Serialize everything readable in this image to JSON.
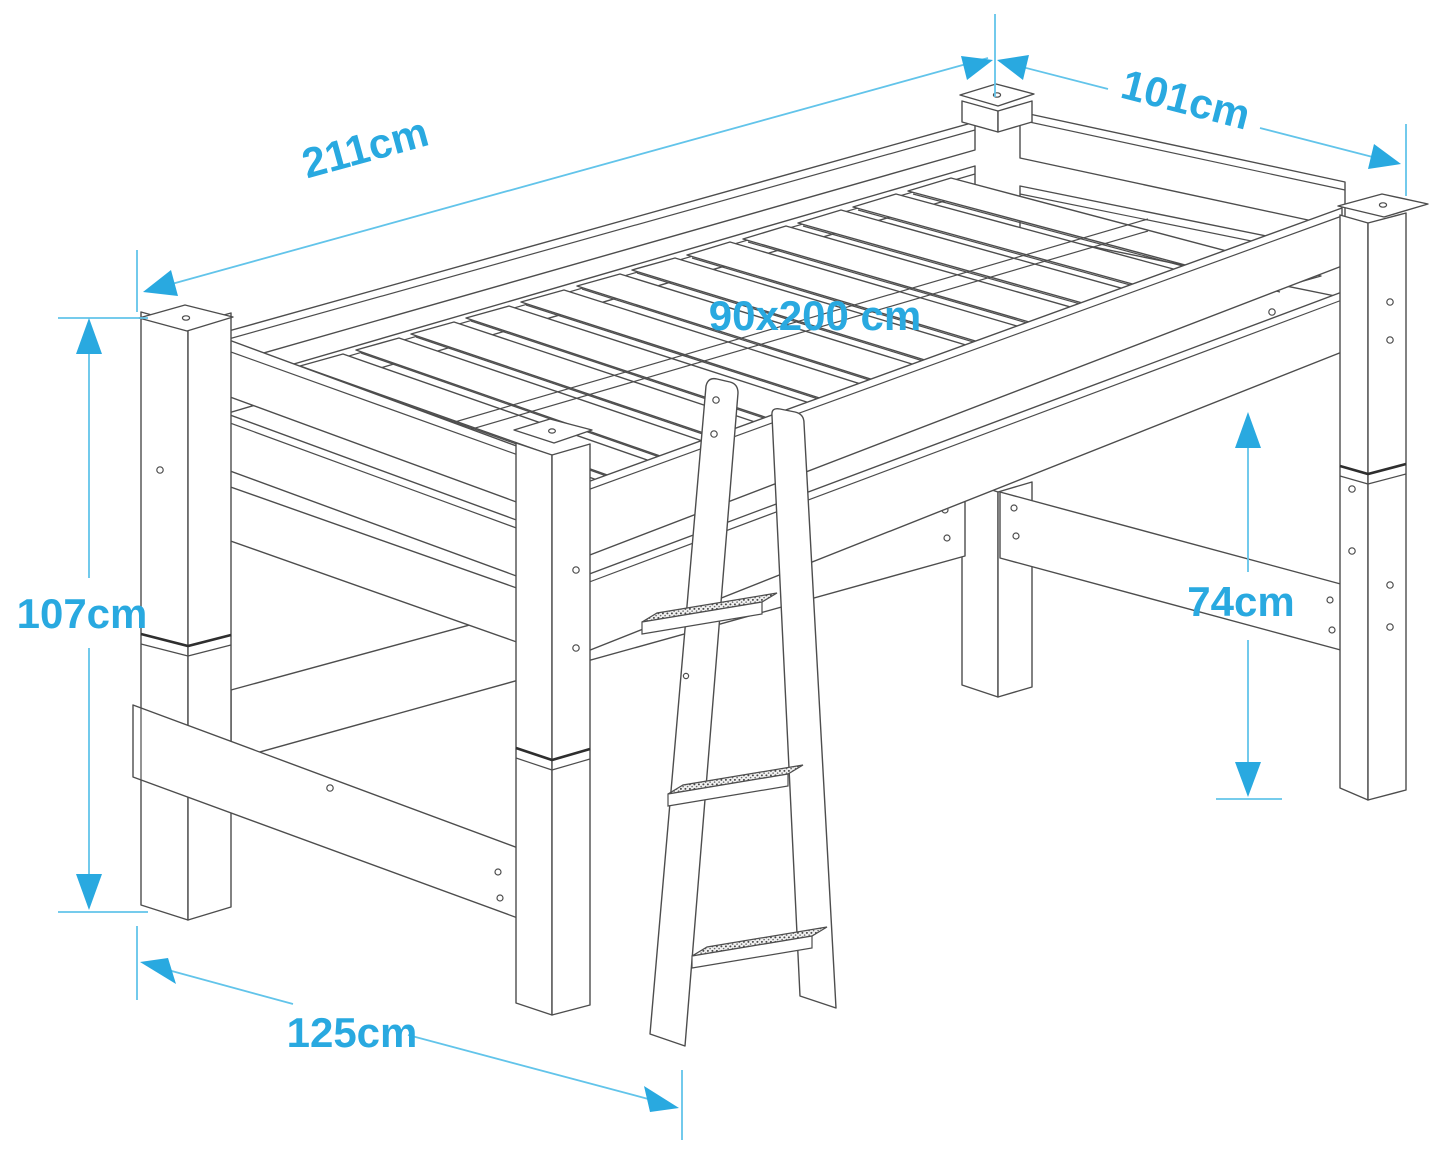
{
  "figure": {
    "subject": "Mid-sleeper loft bed line drawing with inclined ladder",
    "style": "isometric technical illustration"
  },
  "dimensions": {
    "length": {
      "label": "211cm"
    },
    "width": {
      "label": "101cm"
    },
    "mattress": {
      "label": "90x200 cm"
    },
    "height": {
      "label": "107cm"
    },
    "depth": {
      "label": "125cm"
    },
    "clearance": {
      "label": "74cm"
    }
  },
  "colors": {
    "annotation_text": "#29a9e0",
    "annotation_line": "#62c4ea",
    "artwork_line": "#4d4d4d",
    "background": "#ffffff"
  }
}
